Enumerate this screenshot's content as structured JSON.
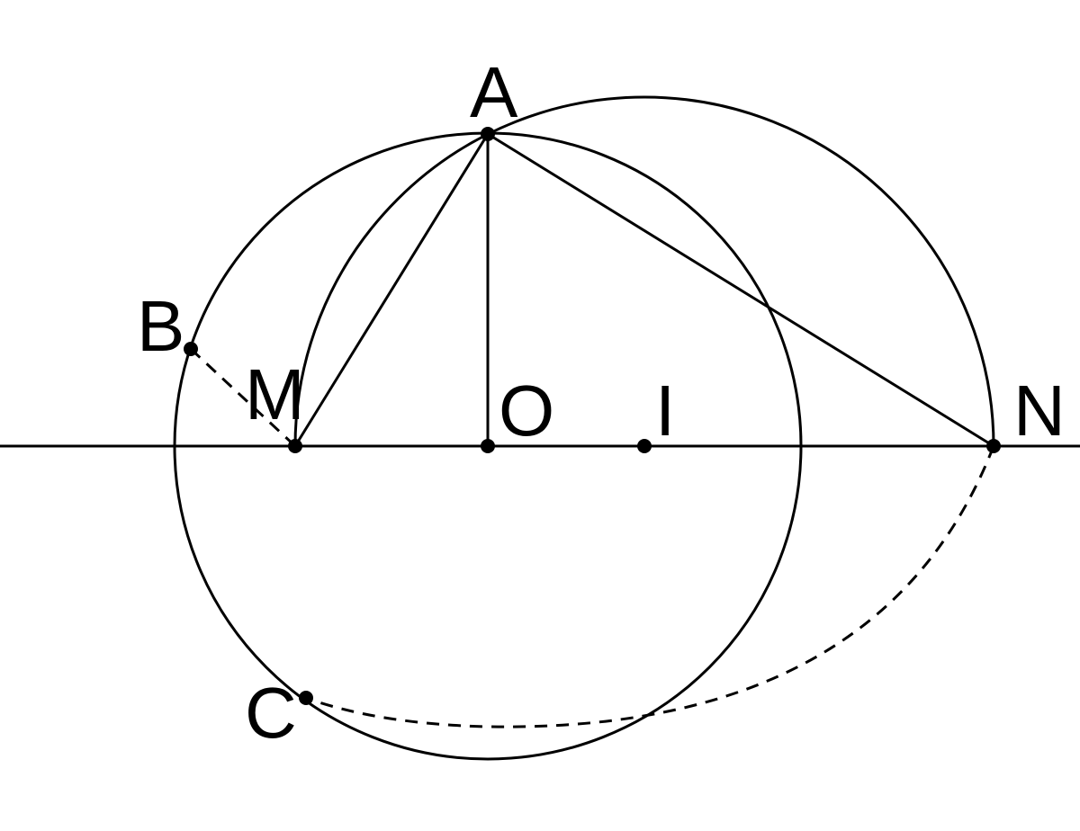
{
  "labels": {
    "A": "A",
    "B": "B",
    "C": "C",
    "M": "M",
    "O": "O",
    "I": "I",
    "N": "N"
  },
  "colors": {
    "stroke": "#000000",
    "background": "#ffffff"
  }
}
